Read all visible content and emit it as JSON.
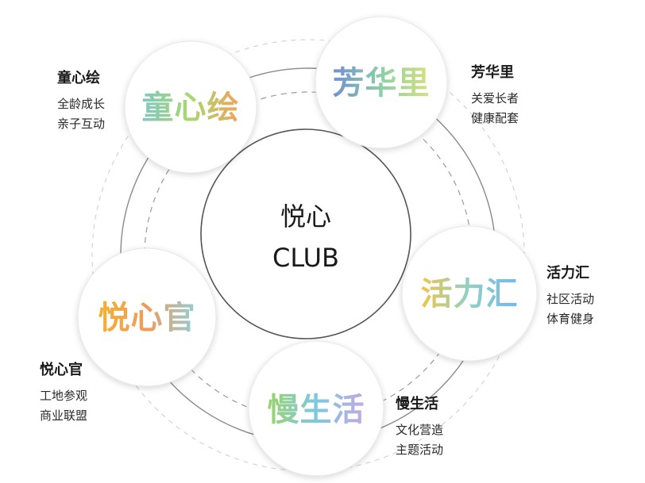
{
  "center": {
    "line1": "悦心",
    "line2": "CLUB"
  },
  "nodes": [
    {
      "id": "tongxinhui",
      "logo": "童心绘",
      "title": "童心绘",
      "lines": [
        "全龄成长",
        "亲子互动"
      ],
      "gradient": [
        "#7fc8c0",
        "#a9d86e",
        "#f2a25b"
      ]
    },
    {
      "id": "fanghuali",
      "logo": "芳华里",
      "title": "芳华里",
      "lines": [
        "关爱长者",
        "健康配套"
      ],
      "gradient": [
        "#6f8fd6",
        "#8cd0a6",
        "#d7e17a"
      ]
    },
    {
      "id": "huolihui",
      "logo": "活力汇",
      "title": "活力汇",
      "lines": [
        "社区活动",
        "体育健身"
      ],
      "gradient": [
        "#f0c54a",
        "#8fd0c6",
        "#7ab7e6"
      ]
    },
    {
      "id": "manshenghuo",
      "logo": "慢生活",
      "title": "慢生活",
      "lines": [
        "文化营造",
        "主题活动"
      ],
      "gradient": [
        "#9bd36a",
        "#7cc9e0",
        "#c4a8e0"
      ]
    },
    {
      "id": "yuexinguan",
      "logo": "悦心官",
      "title": "悦心官",
      "lines": [
        "工地参观",
        "商业联盟"
      ],
      "gradient": [
        "#f2b233",
        "#f29a5a",
        "#8fcfd6"
      ]
    }
  ]
}
